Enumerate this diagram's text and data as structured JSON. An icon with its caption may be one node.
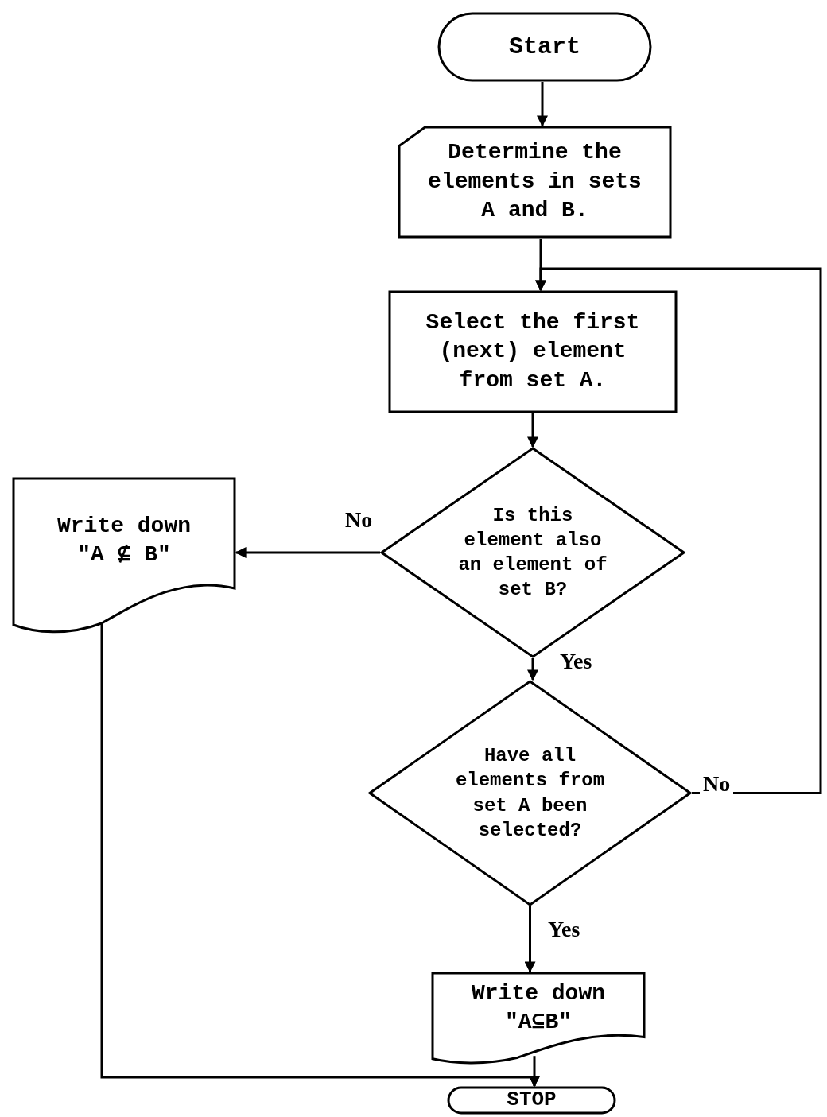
{
  "diagram": {
    "nodes": [
      {
        "text": [
          "Start"
        ]
      },
      {
        "text": [
          "Determine the elements in sets A and B."
        ]
      },
      {
        "text": [
          "Select the first (next) element from set A."
        ]
      },
      {
        "text": [
          "Is this element also an element of set B?"
        ]
      },
      {
        "text": [
          "Write down \"A ⊈ B\""
        ]
      },
      {
        "text": [
          "Have all elements from set A been selected?"
        ]
      },
      {
        "text": [
          "Write down \"A⊆B\""
        ]
      },
      {
        "text": [
          "STOP"
        ]
      }
    ],
    "edges": [
      {
        "from": 0,
        "to": 1,
        "arrow": "to"
      },
      {
        "from": 1,
        "to": 2,
        "arrow": "to"
      },
      {
        "from": 2,
        "to": 3,
        "arrow": "to"
      },
      {
        "from": 3,
        "to": 4,
        "arrow": "to",
        "label": "No"
      },
      {
        "from": 3,
        "to": 5,
        "arrow": "to",
        "label": "Yes"
      },
      {
        "from": 5,
        "to": 6,
        "arrow": "to",
        "label": "Yes"
      },
      {
        "from": 5,
        "to": 2,
        "arrow": "to",
        "label": "No"
      },
      {
        "from": 6,
        "to": 7,
        "arrow": "to"
      },
      {
        "from": 4,
        "to": 7,
        "arrow": "to"
      }
    ]
  }
}
